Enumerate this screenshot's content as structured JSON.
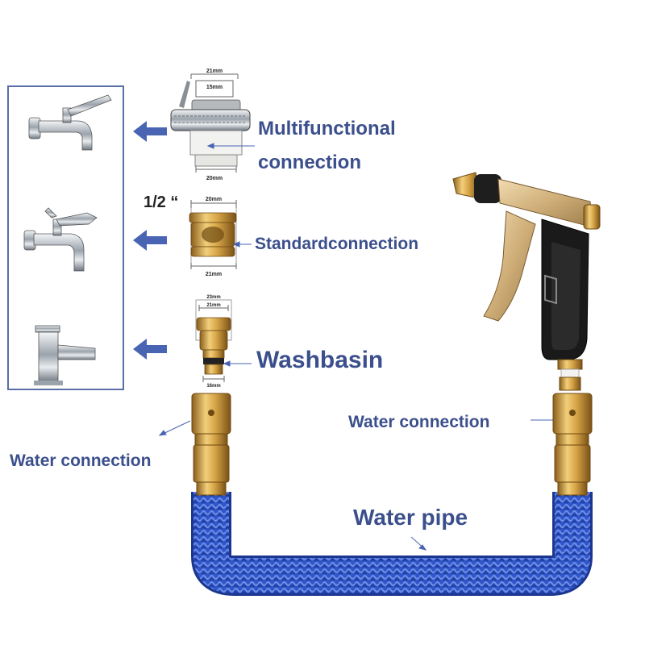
{
  "colors": {
    "label": "#3b4f8c",
    "arrow": "#4a64b4",
    "frame": "#5a6fa8",
    "hose": "#2f55c8",
    "brass": "#c99a3c"
  },
  "labels": {
    "multifunctional": "Multifunctional",
    "connection": "connection",
    "half_inch": "1/2 “",
    "standard": "Standardconnection",
    "washbasin": "Washbasin",
    "water_connection_left": "Water connection",
    "water_connection_right": "Water connection",
    "water_pipe": "Water pipe"
  },
  "dimensions": {
    "multi_top": "21mm",
    "multi_inner": "15mm",
    "multi_bottom": "20mm",
    "std_top": "20mm",
    "std_bottom": "21mm",
    "wash_outer": "23mm",
    "wash_inner": "21mm",
    "wash_bottom": "16mm"
  },
  "icons": {
    "faucet_1": "wall-faucet-lever-icon",
    "faucet_2": "wall-faucet-cross-icon",
    "faucet_3": "basin-mixer-faucet-icon",
    "adapter_1": "multifunctional-adapter-icon",
    "adapter_2": "standard-brass-adapter-icon",
    "adapter_3": "washbasin-brass-adapter-icon",
    "spray_gun": "spray-gun-icon",
    "hose": "blue-expandable-hose-icon"
  }
}
